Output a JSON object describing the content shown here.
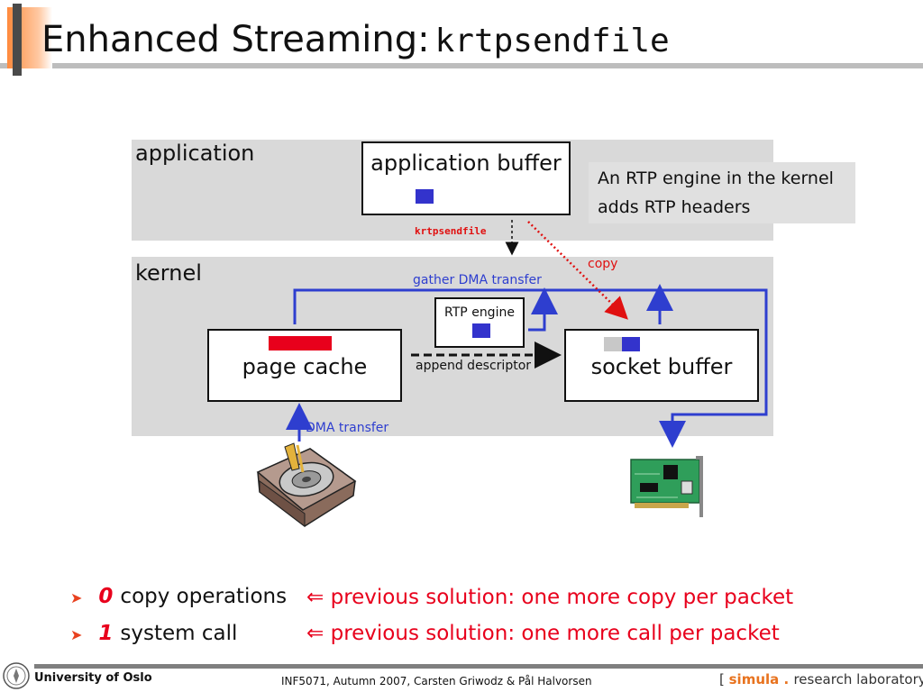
{
  "slide": {
    "title_prefix": "Enhanced Streaming:",
    "title_code": "krtpsendfile"
  },
  "diagram": {
    "application_label": "application",
    "kernel_label": "kernel",
    "application_buffer": "application buffer",
    "note_line1": "An RTP engine in the kernel",
    "note_line2": "adds RTP headers",
    "syscall_label": "krtpsendfile",
    "copy_label": "copy",
    "gather_label": "gather DMA transfer",
    "rtp_engine": "RTP engine",
    "page_cache": "page cache",
    "socket_buffer": "socket buffer",
    "append_label": "append descriptor",
    "dma_label": "DMA transfer"
  },
  "bullets": [
    {
      "number": "0",
      "text": "copy operations",
      "note": "previous solution: one more copy per packet"
    },
    {
      "number": "1",
      "text": "system call",
      "note": "previous solution: one more call per packet"
    }
  ],
  "footer": {
    "university": "University of Oslo",
    "course": "INF5071,  Autumn 2007,  Carsten Griwodz & Pål Halvorsen",
    "lab_open": "[ ",
    "lab_brand": "simula",
    "lab_dot": " . ",
    "lab_rest": "research laboratory ]"
  },
  "colors": {
    "blue": "#2e3ecf",
    "red": "#e8001c",
    "accent": "#ff8a3d"
  }
}
